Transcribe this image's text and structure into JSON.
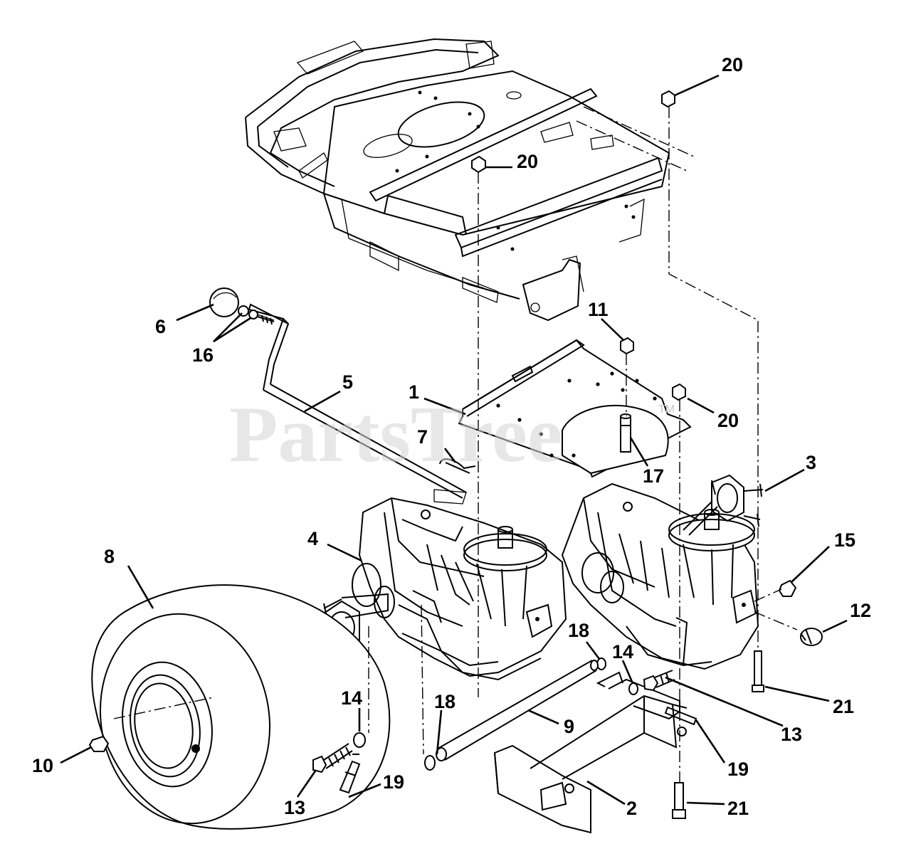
{
  "watermark": {
    "text": "PartsTree",
    "tm": "TM"
  },
  "callouts": [
    {
      "id": "c20a",
      "label": "20"
    },
    {
      "id": "c20b",
      "label": "20"
    },
    {
      "id": "c20c",
      "label": "20"
    },
    {
      "id": "c11",
      "label": "11"
    },
    {
      "id": "c6",
      "label": "6"
    },
    {
      "id": "c16",
      "label": "16"
    },
    {
      "id": "c5",
      "label": "5"
    },
    {
      "id": "c1",
      "label": "1"
    },
    {
      "id": "c7",
      "label": "7"
    },
    {
      "id": "c17",
      "label": "17"
    },
    {
      "id": "c3",
      "label": "3"
    },
    {
      "id": "c4",
      "label": "4"
    },
    {
      "id": "c8",
      "label": "8"
    },
    {
      "id": "c15",
      "label": "15"
    },
    {
      "id": "c12",
      "label": "12"
    },
    {
      "id": "c18a",
      "label": "18"
    },
    {
      "id": "c14a",
      "label": "14"
    },
    {
      "id": "c21a",
      "label": "21"
    },
    {
      "id": "c13a",
      "label": "13"
    },
    {
      "id": "c14b",
      "label": "14"
    },
    {
      "id": "c18b",
      "label": "18"
    },
    {
      "id": "c9",
      "label": "9"
    },
    {
      "id": "c19a",
      "label": "19"
    },
    {
      "id": "c10",
      "label": "10"
    },
    {
      "id": "c13b",
      "label": "13"
    },
    {
      "id": "c19b",
      "label": "19"
    },
    {
      "id": "c2",
      "label": "2"
    },
    {
      "id": "c21b",
      "label": "21"
    }
  ]
}
